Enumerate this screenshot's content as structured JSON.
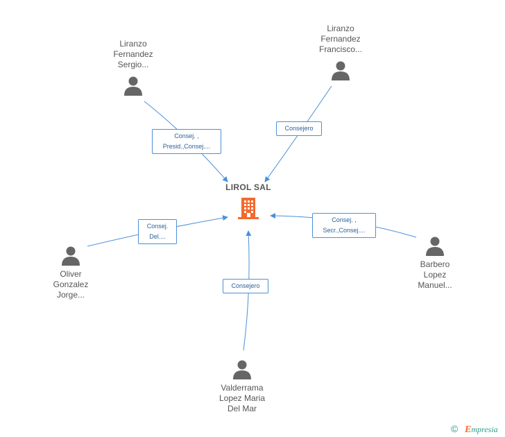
{
  "company": {
    "name": "LIROL SAL"
  },
  "people": [
    {
      "id": "liranzo-sergio",
      "lines": [
        "Liranzo",
        "Fernandez",
        "Sergio..."
      ]
    },
    {
      "id": "liranzo-francisco",
      "lines": [
        "Liranzo",
        "Fernandez",
        "Francisco..."
      ]
    },
    {
      "id": "oliver",
      "lines": [
        "Oliver",
        "Gonzalez",
        "Jorge..."
      ]
    },
    {
      "id": "barbero",
      "lines": [
        "Barbero",
        "Lopez",
        "Manuel..."
      ]
    },
    {
      "id": "valderrama",
      "lines": [
        "Valderrama",
        "Lopez Maria",
        "Del Mar"
      ]
    }
  ],
  "edges": [
    {
      "from": "liranzo-sergio",
      "label_lines": [
        "Consej. ,",
        "Presid.,Consej...."
      ]
    },
    {
      "from": "liranzo-francisco",
      "label_lines": [
        "Consejero"
      ]
    },
    {
      "from": "oliver",
      "label_lines": [
        "Consej.",
        "Del...."
      ]
    },
    {
      "from": "barbero",
      "label_lines": [
        "Consej. ,",
        "Secr.,Consej...."
      ]
    },
    {
      "from": "valderrama",
      "label_lines": [
        "Consejero"
      ]
    }
  ],
  "colors": {
    "edge": "#4a90d9",
    "company_icon": "#f26a2e",
    "person_icon": "#666666"
  },
  "footer": {
    "copyright": "©",
    "brand": "mpresia",
    "brand_initial": "E"
  }
}
